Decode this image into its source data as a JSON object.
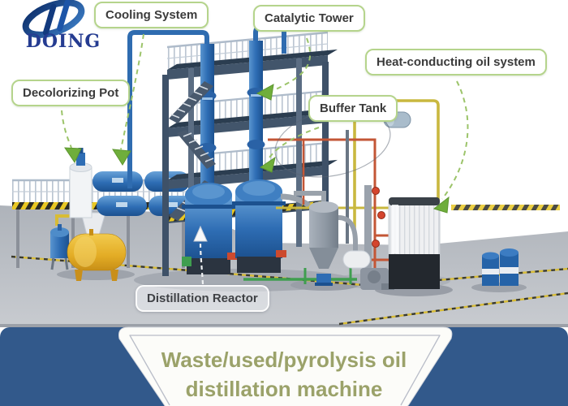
{
  "brand": {
    "name": "DOING"
  },
  "annotations": {
    "cooling_system": "Cooling System",
    "catalytic_tower": "Catalytic Tower",
    "heat_conducting_oil_system": "Heat-conducting oil system",
    "decolorizing_pot": "Decolorizing Pot",
    "buffer_tank": "Buffer Tank",
    "distillation_reactor": "Distillation Reactor"
  },
  "banner": {
    "title_line1": "Waste/used/pyrolysis oil",
    "title_line2": "distillation machine"
  },
  "colors": {
    "label_border_green": "#b5d48c",
    "arrow_green": "#6fae3b",
    "connector_green": "#9cc46a",
    "banner_blue": "#32598b",
    "banner_text_olive": "#9ba26a",
    "logo_blue": "#253c91",
    "machine_blue": "#2e6db4",
    "steel_frame": "#3e5168",
    "tank_yellow": "#e8b92e",
    "pipe_yellow": "#c9b83f",
    "pipe_red": "#c35636",
    "pipe_green": "#3f9e4f",
    "floor_gray": "#b5b9bf"
  }
}
